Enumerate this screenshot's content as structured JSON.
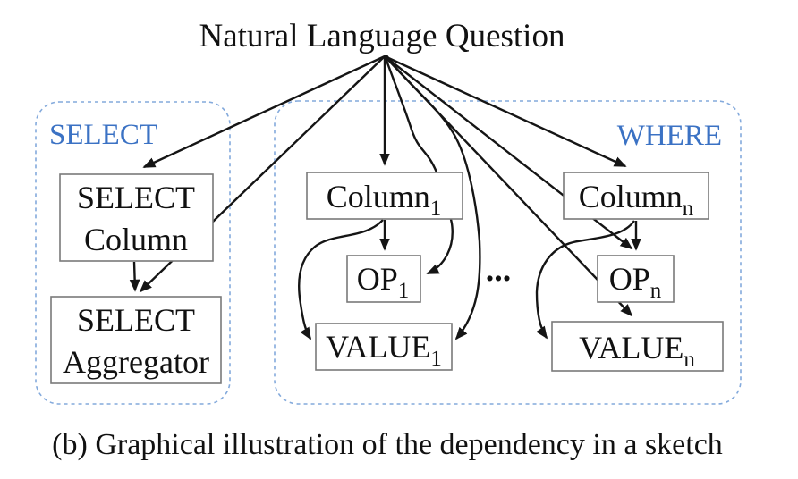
{
  "title": "Natural Language Question",
  "caption": "(b) Graphical illustration of the dependency in a sketch",
  "ellipsis": "...",
  "colors": {
    "group_label_blue": "#3b72c4",
    "group_border_dashed_blue": "#84aadc",
    "node_border_gray": "#7a7a7a",
    "arrow_black": "#151515",
    "background": "#ffffff"
  },
  "groups": {
    "select": {
      "label": "SELECT"
    },
    "where": {
      "label": "WHERE"
    }
  },
  "nodes": {
    "select_column": {
      "line1": "SELECT",
      "line2": "Column"
    },
    "select_aggregator": {
      "line1": "SELECT",
      "line2": "Aggregator"
    },
    "where_column_1": {
      "label": "Column",
      "sub": "1"
    },
    "where_op_1": {
      "label": "OP",
      "sub": "1"
    },
    "where_value_1": {
      "label": "VALUE",
      "sub": "1"
    },
    "where_column_n": {
      "label": "Column",
      "sub": "n"
    },
    "where_op_n": {
      "label": "OP",
      "sub": "n"
    },
    "where_value_n": {
      "label": "VALUE",
      "sub": "n"
    }
  },
  "edges": [
    {
      "from": "natural_language_question",
      "to": "select_column"
    },
    {
      "from": "natural_language_question",
      "to": "select_aggregator"
    },
    {
      "from": "natural_language_question",
      "to": "where_column_1"
    },
    {
      "from": "natural_language_question",
      "to": "where_op_1"
    },
    {
      "from": "natural_language_question",
      "to": "where_value_1"
    },
    {
      "from": "natural_language_question",
      "to": "where_column_n"
    },
    {
      "from": "natural_language_question",
      "to": "where_op_n"
    },
    {
      "from": "natural_language_question",
      "to": "where_value_n"
    },
    {
      "from": "select_column",
      "to": "select_aggregator"
    },
    {
      "from": "where_column_1",
      "to": "where_op_1"
    },
    {
      "from": "where_column_1",
      "to": "where_value_1"
    },
    {
      "from": "where_column_n",
      "to": "where_op_n"
    },
    {
      "from": "where_column_n",
      "to": "where_value_n"
    }
  ]
}
